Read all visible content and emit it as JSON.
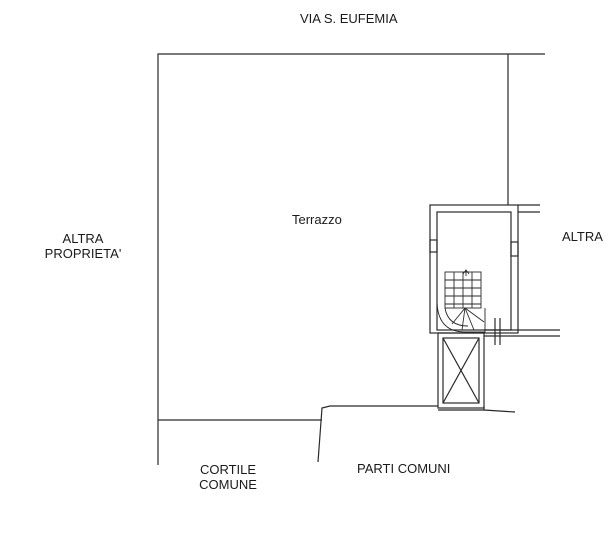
{
  "labels": {
    "street": "VIA S. EUFEMIA",
    "room": "Terrazzo",
    "left_line1": "ALTRA",
    "left_line2": "PROPRIETA'",
    "right": "ALTRA",
    "courtyard_line1": "CORTILE",
    "courtyard_line2": "COMUNE",
    "common": "PARTI COMUNI"
  }
}
